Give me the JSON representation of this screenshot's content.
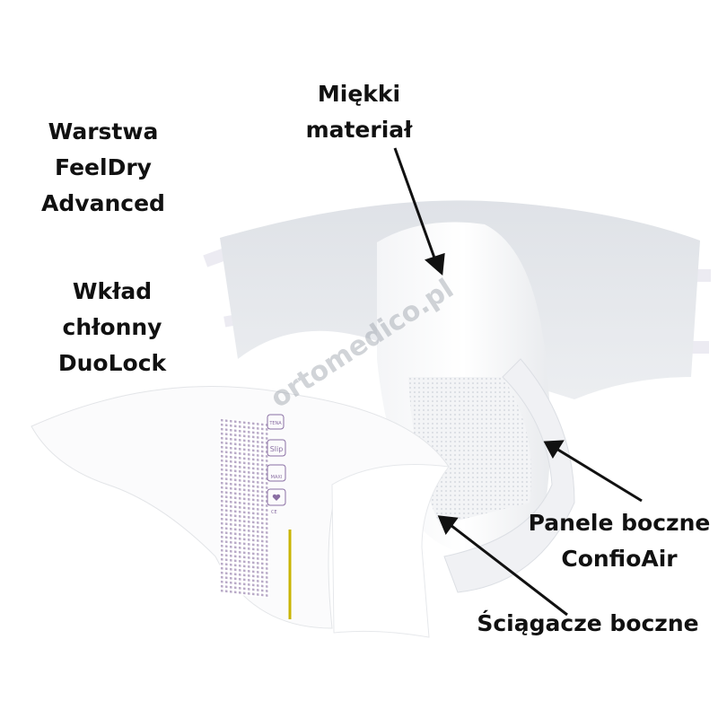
{
  "labels": {
    "feeldry": [
      "Warstwa",
      "FeelDry",
      "Advanced"
    ],
    "duolock": [
      "Wkład",
      "chłonny",
      "DuoLock"
    ],
    "soft": [
      "Miękki",
      "materiał"
    ],
    "panels": [
      "Panele boczne",
      "ConfioAir"
    ],
    "elastics": [
      "Ściągacze boczne"
    ]
  },
  "watermark": "ortomedico.pl",
  "product_print": {
    "brand": "TENA",
    "type": "Slip",
    "absorbency": "MAXI",
    "mark": "CE"
  },
  "colors": {
    "text": "#111111",
    "print_accent": "#8a6fa3",
    "stripe": "#c9b400",
    "panel": "#e4e6ea"
  }
}
